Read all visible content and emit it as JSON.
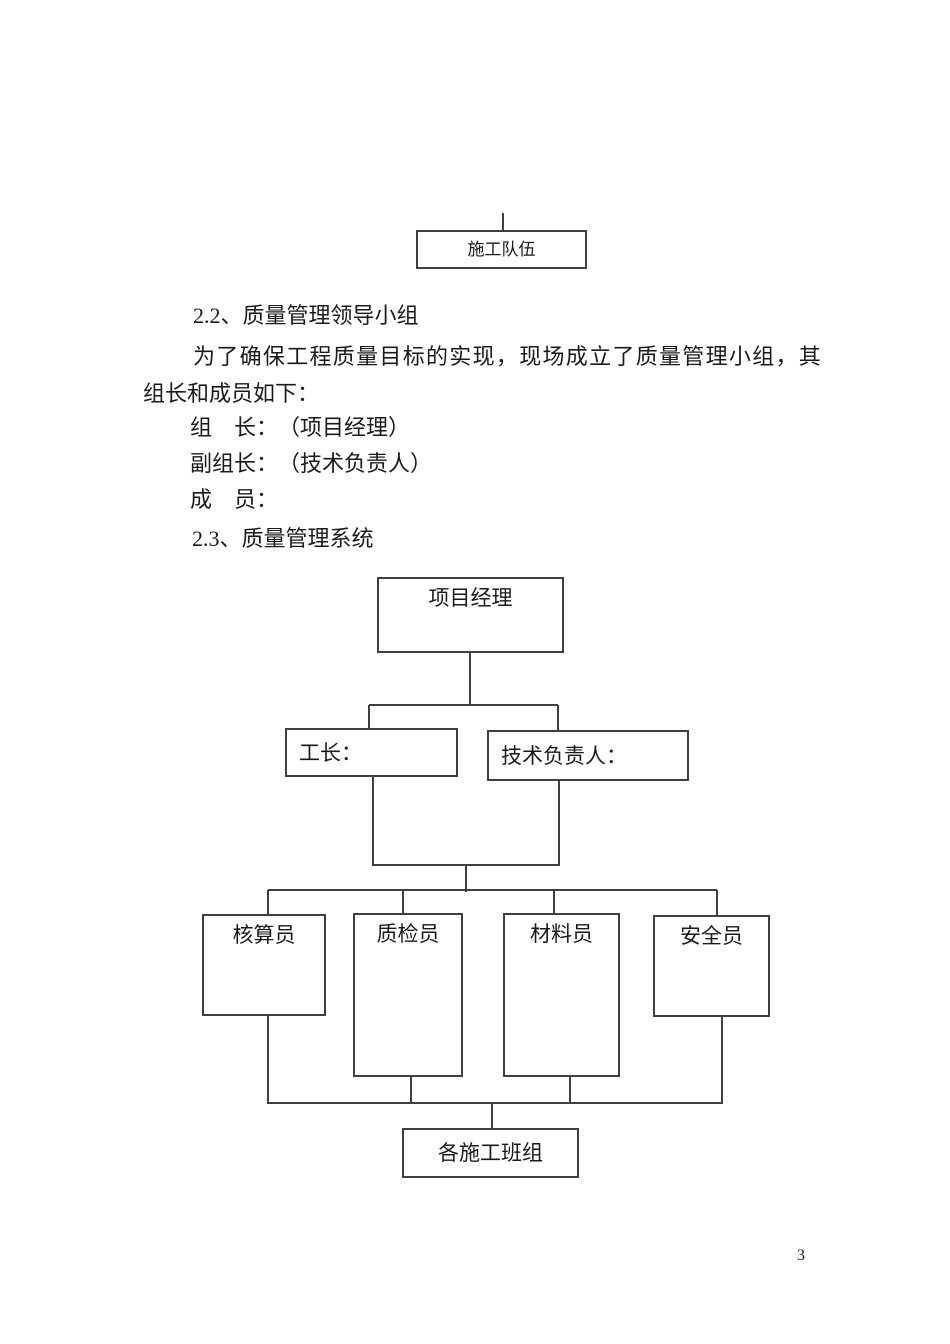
{
  "page": {
    "number": "3",
    "background": "#ffffff",
    "text_color": "#1a1a1a",
    "line_color": "#3f3f3f"
  },
  "top_fragment": {
    "box_label": "施工队伍"
  },
  "sections": {
    "heading_22": "2.2、质量管理领导小组",
    "para_line1": "为了确保工程质量目标的实现，现场成立了质量管理小组，其",
    "para_line2": "组长和成员如下：",
    "leader_line": "组　长：　（项目经理）",
    "deputy_line": "副组长：　（技术负责人）",
    "member_line": "成　员：",
    "heading_23": "2.3、质量管理系统"
  },
  "org_chart": {
    "root": "项目经理",
    "level2": [
      "工长：",
      "技术负责人："
    ],
    "level3": [
      "核算员",
      "质检员",
      "材料员",
      "安全员"
    ],
    "bottom": "各施工班组"
  }
}
